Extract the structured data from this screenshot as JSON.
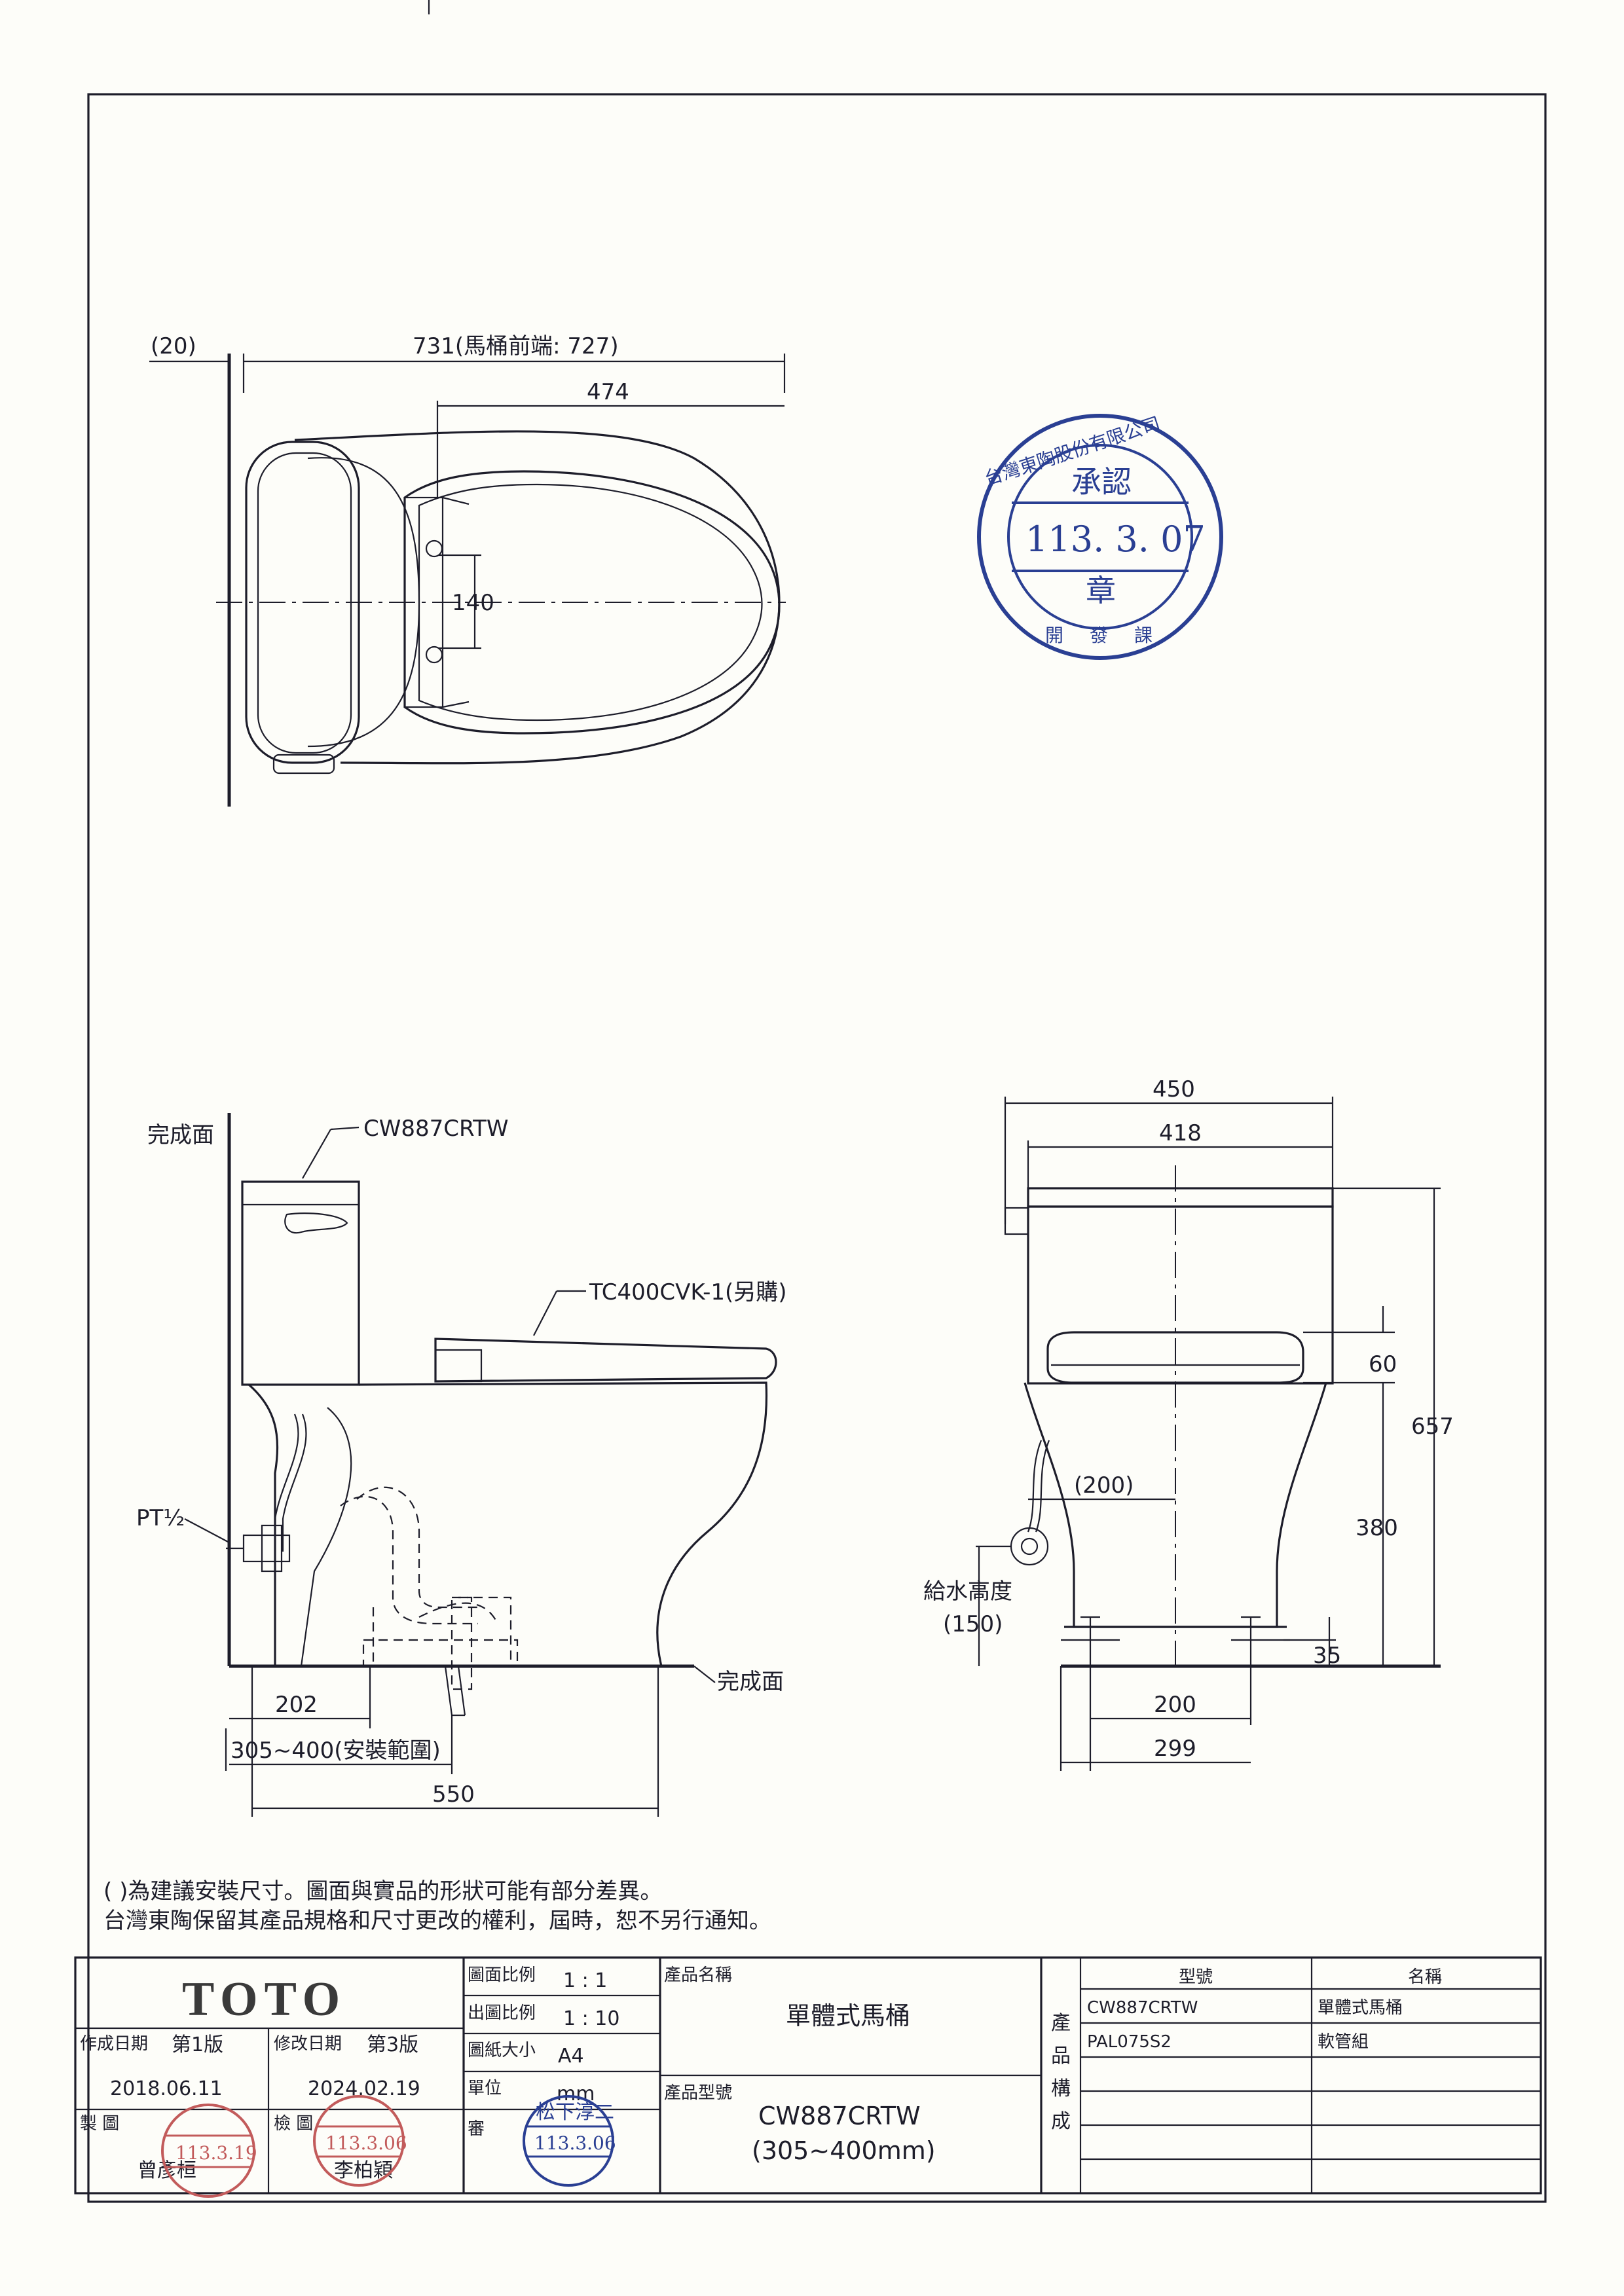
{
  "top_view": {
    "dim_offset": "(20)",
    "dim_total": "731(馬桶前端: 727)",
    "dim_seat": "474",
    "dim_bolt": "140"
  },
  "side_view": {
    "label_finish_wall": "完成面",
    "label_finish_floor": "完成面",
    "label_model": "CW887CRTW",
    "label_seat": "TC400CVK-1(另購)",
    "label_pipe": "PT½",
    "dim_202": "202",
    "dim_range": "305~400(安裝範圍)",
    "dim_550": "550"
  },
  "front_view": {
    "dim_450": "450",
    "dim_418": "418",
    "dim_60": "60",
    "dim_657": "657",
    "dim_380": "380",
    "dim_200_inlet": "(200)",
    "label_inlet_height": "給水高度",
    "dim_150": "(150)",
    "dim_35": "35",
    "dim_200": "200",
    "dim_299": "299"
  },
  "notes": {
    "line1": "(  )為建議安裝尺寸。圖面與實品的形狀可能有部分差異。",
    "line2": "台灣東陶保留其產品規格和尺寸更改的權利，屆時，恕不另行通知。"
  },
  "title_block": {
    "brand": "TOTO",
    "created_label": "作成日期",
    "version_first": "第1版",
    "created_date": "2018.06.11",
    "revised_label": "修改日期",
    "version_third": "第3版",
    "revised_date": "2024.02.19",
    "drawn_label": "製  圖",
    "drawn_name": "曾彥桓",
    "checked_label": "檢  圖",
    "checked_name": "李柏穎",
    "scale_label": "圖面比例",
    "scale_value": "1 : 1",
    "print_scale_label": "出圖比例",
    "print_scale_value": "1 : 10",
    "paper_label": "圖紙大小",
    "paper_value": "A4",
    "unit_label": "單位",
    "unit_value": "mm",
    "review_label": "審",
    "product_name_label": "產品名稱",
    "product_name": "單體式馬桶",
    "product_model_label": "產品型號",
    "product_model": "CW887CRTW",
    "product_model_range": "(305~400mm)",
    "composition_label": [
      "產",
      "品",
      "構",
      "成"
    ],
    "table_headers": [
      "型號",
      "名稱"
    ],
    "table_rows": [
      {
        "model": "CW887CRTW",
        "name": "單體式馬桶"
      },
      {
        "model": "PAL075S2",
        "name": "軟管組"
      },
      {
        "model": "",
        "name": ""
      },
      {
        "model": "",
        "name": ""
      },
      {
        "model": "",
        "name": ""
      },
      {
        "model": "",
        "name": ""
      }
    ]
  },
  "stamps": {
    "approval_ring": "台灣東陶股份有限公司",
    "approval_title": "承認",
    "approval_date": "113. 3. 07",
    "approval_seal": "章",
    "approval_dept": "開發課",
    "drawn_seal": "曾彥桓",
    "drawn_seal_date": "113.3.19",
    "check_seal": "李柏穎",
    "check_seal_date": "113.3.06",
    "review_seal": "松下淳二",
    "review_seal_date": "113.3.06"
  },
  "colors": {
    "ink": "#1d1d2a",
    "stamp_blue": "#2a3f93",
    "stamp_red": "#c25b5b",
    "paper": "#fdfdf9"
  }
}
